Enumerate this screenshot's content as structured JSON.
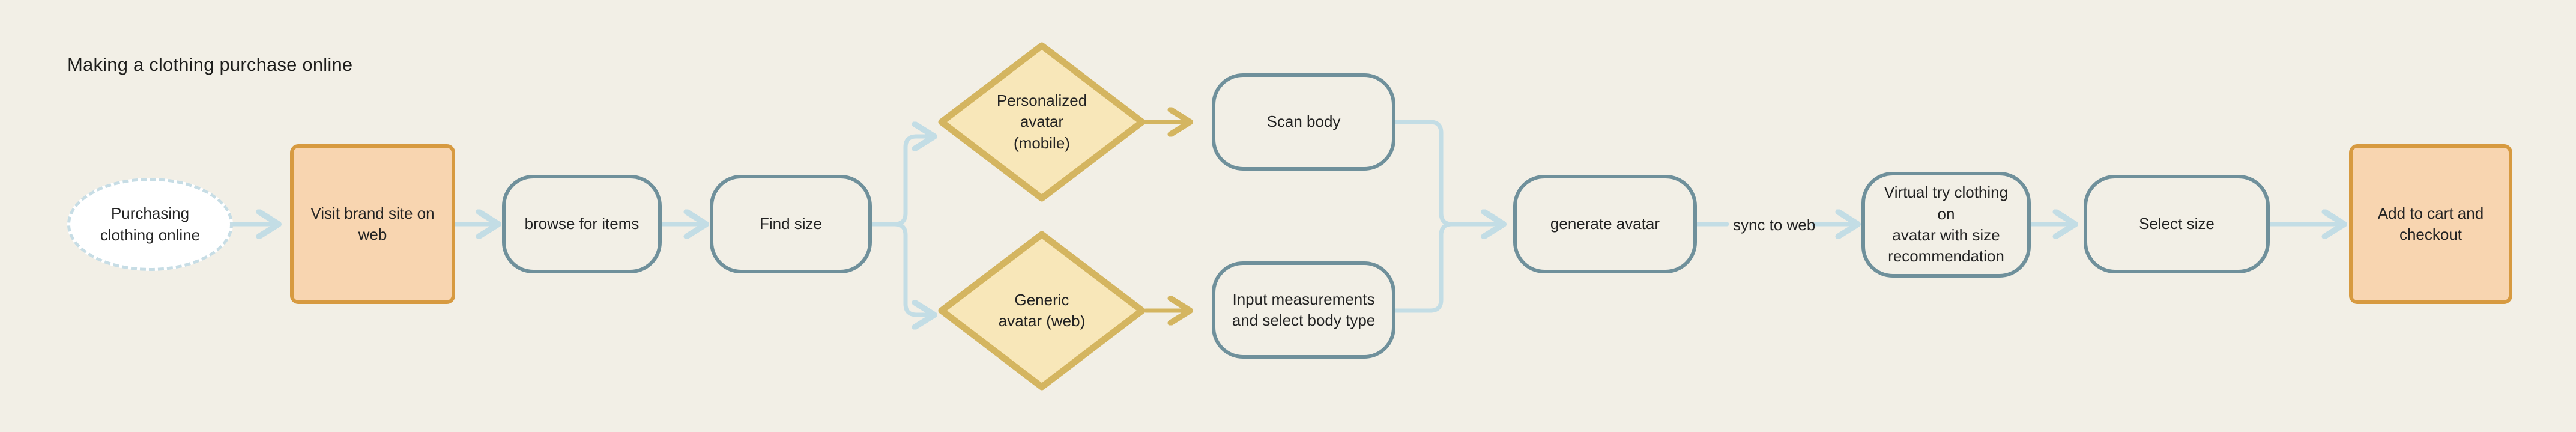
{
  "diagram": {
    "title": "Making a clothing purchase online",
    "background_color": "#f2efe6",
    "colors": {
      "flow_arrow": "#c3dde5",
      "decision_arrow": "#d4b560",
      "terminal_fill": "#f8d5b0",
      "terminal_border": "#d79a40",
      "process_border": "#6f909b",
      "decision_fill": "#f8e7b9",
      "decision_border": "#d4b560",
      "start_fill": "#ffffff",
      "start_border": "#c7dde5",
      "text": "#232323"
    },
    "nodes": [
      {
        "id": "start",
        "label": "Purchasing\nclothing online",
        "shape": "circle-dashed"
      },
      {
        "id": "visit",
        "label": "Visit brand site on\nweb",
        "shape": "rect-orange"
      },
      {
        "id": "browse",
        "label": "browse for items",
        "shape": "rounded-teal"
      },
      {
        "id": "findsize",
        "label": "Find size",
        "shape": "rounded-teal"
      },
      {
        "id": "personalized",
        "label": "Personalized\navatar\n(mobile)",
        "shape": "diamond-gold"
      },
      {
        "id": "generic",
        "label": "Generic\navatar (web)",
        "shape": "diamond-gold"
      },
      {
        "id": "scanbody",
        "label": "Scan body",
        "shape": "rounded-teal"
      },
      {
        "id": "inputmeas",
        "label": "Input measurements\nand select body type",
        "shape": "rounded-teal"
      },
      {
        "id": "genavatar",
        "label": "generate avatar",
        "shape": "rounded-teal"
      },
      {
        "id": "virtualtry",
        "label": "Virtual try clothing on\navatar with size\nrecommendation",
        "shape": "rounded-teal"
      },
      {
        "id": "selectsize",
        "label": "Select size",
        "shape": "rounded-teal"
      },
      {
        "id": "checkout",
        "label": "Add to cart and\ncheckout",
        "shape": "rect-orange"
      }
    ],
    "edge_labels": [
      {
        "id": "sync",
        "label": "sync to web"
      }
    ],
    "edges": [
      {
        "from": "start",
        "to": "visit",
        "color": "#c3dde5",
        "arrow": true
      },
      {
        "from": "visit",
        "to": "browse",
        "color": "#c3dde5",
        "arrow": true
      },
      {
        "from": "browse",
        "to": "findsize",
        "color": "#c3dde5",
        "arrow": true
      },
      {
        "from": "findsize",
        "to": "personalized",
        "color": "#c3dde5",
        "arrow": true
      },
      {
        "from": "findsize",
        "to": "generic",
        "color": "#c3dde5",
        "arrow": true
      },
      {
        "from": "personalized",
        "to": "scanbody",
        "color": "#d4b560",
        "arrow": true
      },
      {
        "from": "generic",
        "to": "inputmeas",
        "color": "#d4b560",
        "arrow": true
      },
      {
        "from": "scanbody",
        "to": "genavatar",
        "color": "#c3dde5",
        "arrow": true
      },
      {
        "from": "inputmeas",
        "to": "genavatar",
        "color": "#c3dde5",
        "arrow": true
      },
      {
        "from": "genavatar",
        "to": "virtualtry",
        "color": "#c3dde5",
        "arrow": true,
        "label": "sync to web"
      },
      {
        "from": "virtualtry",
        "to": "selectsize",
        "color": "#c3dde5",
        "arrow": true
      },
      {
        "from": "selectsize",
        "to": "checkout",
        "color": "#c3dde5",
        "arrow": true
      }
    ]
  }
}
